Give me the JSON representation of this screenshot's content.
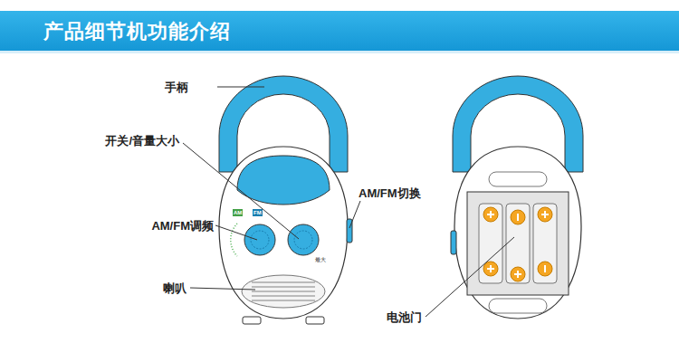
{
  "diagram": {
    "title": "产品细节机功能介绍",
    "labels": [
      "手柄",
      "开关/音量大小",
      "AM/FM切换",
      "AM/FM调频",
      "喇叭",
      "电池门",
      "AM",
      "FM",
      "最大"
    ]
  }
}
